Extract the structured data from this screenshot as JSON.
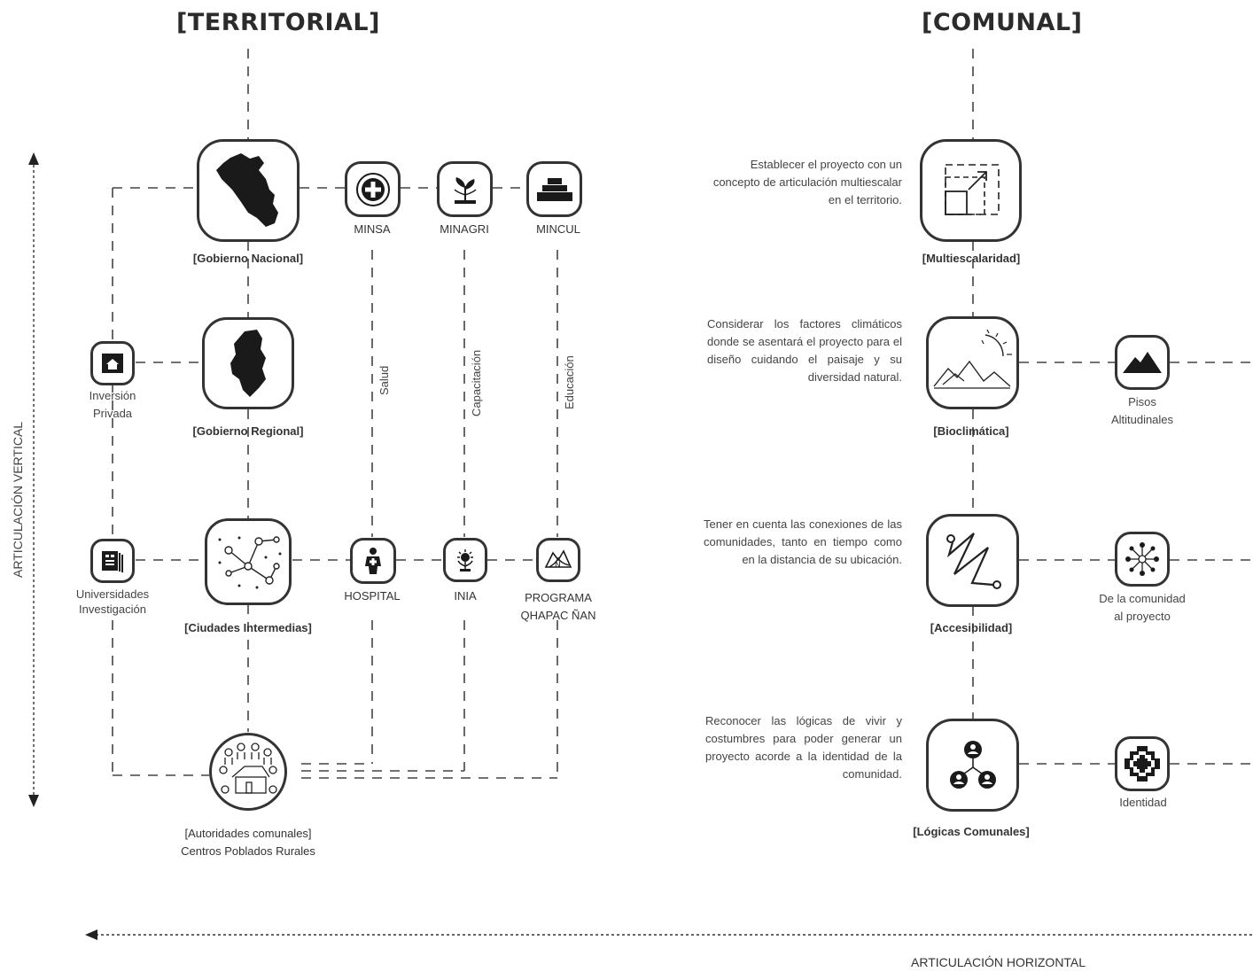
{
  "headings": {
    "territorial": "[TERRITORIAL]",
    "comunal": "[COMUNAL]"
  },
  "axes": {
    "vertical": "ARTICULACIÓN VERTICAL",
    "horizontal": "ARTICULACIÓN HORIZONTAL"
  },
  "territorial": {
    "gobierno_nacional": "[Gobierno Nacional]",
    "gobierno_regional": "[Gobierno Regional]",
    "ciudades_intermedias": "[Ciudades Intermedias]",
    "autoridades_line1": "[Autoridades comunales]",
    "autoridades_line2": "Centros Poblados Rurales",
    "inversion_line1": "Inversión",
    "inversion_line2": "Privada",
    "universidades_line1": "Universidades",
    "universidades_line2": "Investigación",
    "minsa": "MINSA",
    "minagri": "MINAGRI",
    "mincul": "MINCUL",
    "hospital": "HOSPITAL",
    "inia": "INIA",
    "programa_line1": "PROGRAMA",
    "programa_line2": "QHAPAC ÑAN",
    "salud": "Salud",
    "capacitacion": "Capacitación",
    "educacion": "Educación"
  },
  "comunal": {
    "multiescalaridad": "[Multiescalaridad]",
    "bioclimatica": "[Bioclimática]",
    "accesibilidad": "[Accesibilidad]",
    "logicas": "[Lógicas Comunales]",
    "pisos_line1": "Pisos",
    "pisos_line2": "Altitudinales",
    "comunidad_line1": "De la comunidad",
    "comunidad_line2": "al proyecto",
    "identidad": "Identidad",
    "desc_multiescalaridad": "Establecer el proyecto con un concepto de articulación multiescalar en el territorio.",
    "desc_bioclimatica": "Considerar los factores climáticos donde se asentará el proyecto para el diseño cuidando el paisaje y su diversidad natural.",
    "desc_accesibilidad": "Tener en cuenta las conexiones de las comunidades, tanto en tiempo como en la distancia de su ubicación.",
    "desc_logicas": "Reconocer las lógicas de vivir y costumbres para poder generar un proyecto acorde a la identidad de la comunidad."
  },
  "icons": {
    "nacional": "peru-map-icon",
    "regional": "region-map-icon",
    "ciudades": "city-network-icon",
    "autoridades": "community-village-icon",
    "inversion": "bank-icon",
    "universidades": "books-icon",
    "minsa": "health-cross-icon",
    "minagri": "plant-icon",
    "mincul": "monument-icon",
    "hospital": "person-icon",
    "inia": "sprout-icon",
    "programa": "mountain-path-icon",
    "multiescalaridad": "scale-squares-icon",
    "bioclimatica": "sun-mountains-icon",
    "accesibilidad": "zigzag-route-icon",
    "logicas": "people-network-icon",
    "pisos": "mountain-icon",
    "comunidad": "network-hub-icon",
    "identidad": "andean-cross-icon"
  },
  "colors": {
    "ink": "#2b2b2b",
    "line": "#555555"
  }
}
